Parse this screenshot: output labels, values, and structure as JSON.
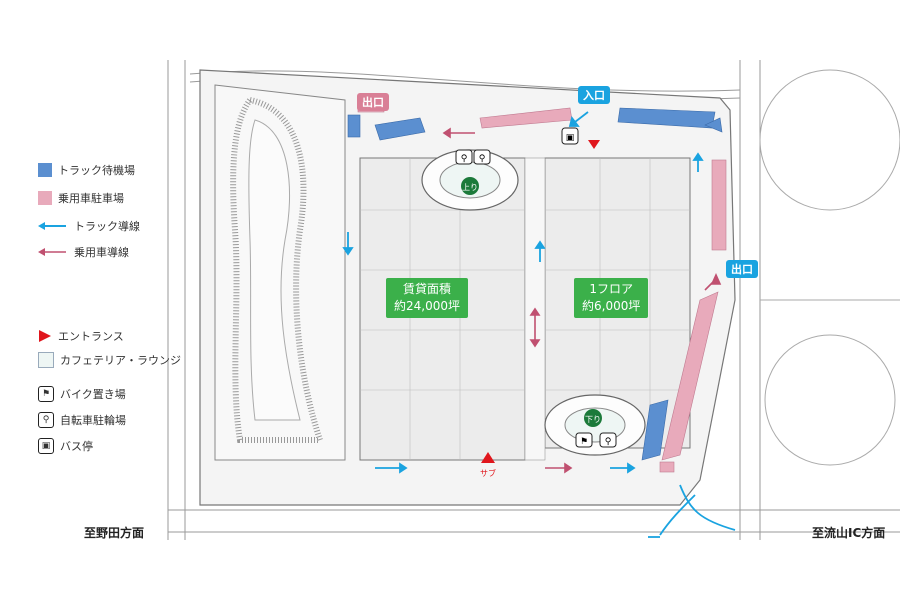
{
  "legend": {
    "truck_waiting": "トラック待機場",
    "car_parking": "乗用車駐車場",
    "truck_route": "トラック導線",
    "car_route": "乗用車導線",
    "entrance": "エントランス",
    "cafeteria": "カフェテリア・ラウンジ",
    "bike": "バイク置き場",
    "bicycle": "自転車駐輪場",
    "bus": "バス停"
  },
  "labels": {
    "exit_top": "出口",
    "entrance_top": "入口",
    "exit_right": "出口",
    "up": "上り",
    "down": "下り",
    "sub": "サブ",
    "west_direction": "至野田方面",
    "east_direction": "至流山IC方面"
  },
  "areas": {
    "main_line1": "賃貸面積",
    "main_line2": "約24,000坪",
    "floor_line1": "1フロア",
    "floor_line2": "約6,000坪"
  },
  "colors": {
    "truck_waiting": "#5b8fd0",
    "car_parking": "#e8aabb",
    "truck_route": "#1aa3e0",
    "car_route": "#c05070",
    "entrance": "#e0161c",
    "cafeteria": "#eef6f4",
    "area_label": "#3bb04a"
  },
  "icons": {
    "truck_route": "arrow-left-icon",
    "car_route": "arrow-left-icon",
    "entrance": "triangle-icon",
    "bike": "motorcycle-icon",
    "bicycle": "bicycle-icon",
    "bus": "bus-icon"
  }
}
